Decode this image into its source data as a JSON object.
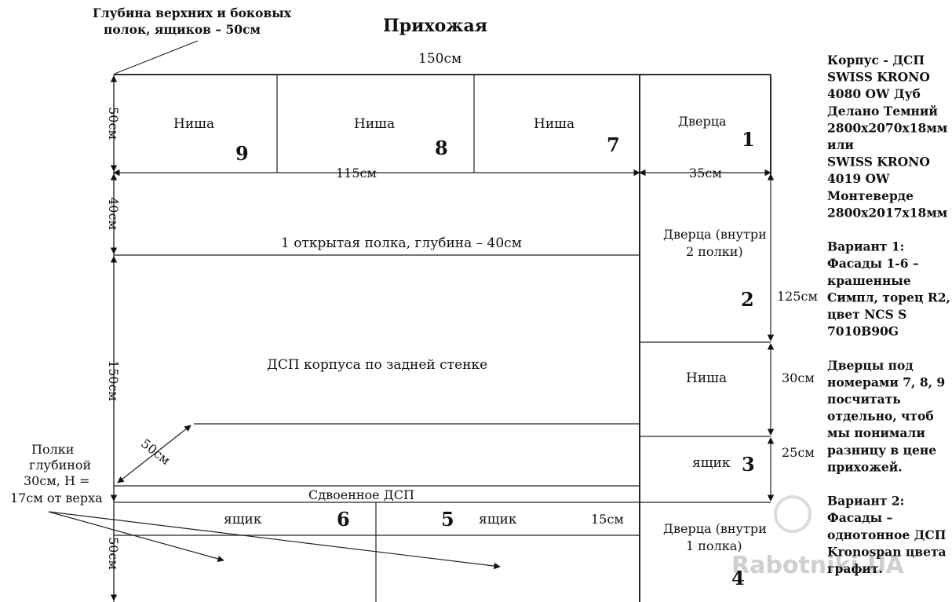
{
  "title": "Прихожая",
  "depth_note": [
    "Глубина верхних и боковых",
    "полок, ящиков – 50см"
  ],
  "dims": {
    "width_total": "150см",
    "height_top": "50см",
    "width_left": "115см",
    "width_right": "35см",
    "height_open": "40см",
    "height_mid": "150см",
    "height_bottom": "50см",
    "height_2": "125см",
    "height_niche": "30см",
    "height_drawer3": "25см",
    "diag_50": "50см",
    "shelf_15": "15см"
  },
  "cells": {
    "niche9": "Ниша",
    "niche8": "Ниша",
    "niche7": "Ниша",
    "door1": "Дверца",
    "door2_l1": "Дверца (внутри",
    "door2_l2": "2 полки)",
    "niche_right": "Ниша",
    "drawer3": "ящик",
    "door4_l1": "Дверца (внутри",
    "door4_l2": "1 полка)",
    "drawer6": "ящик",
    "drawer5": "ящик",
    "open_shelf": "1 открытая полка, глубина – 40см",
    "back_panel": "ДСП корпуса по задней стенке",
    "double_dsp": "Сдвоенное ДСП"
  },
  "numbers": {
    "n1": "1",
    "n2": "2",
    "n3": "3",
    "n4": "4",
    "n5": "5",
    "n6": "6",
    "n7": "7",
    "n8": "8",
    "n9": "9"
  },
  "shelves_note": [
    "Полки",
    "глубиной",
    "30см, Н =",
    "17см от верха"
  ],
  "side_notes": [
    "Корпус - ДСП",
    "SWISS KRONO",
    "4080 OW Дуб",
    "Делано Темний",
    "2800х2070х18мм",
    "или",
    "SWISS KRONO",
    "4019 OW",
    "Монтеверде",
    "2800х2017х18мм",
    "",
    "Вариант 1:",
    "Фасады 1-6 –",
    "крашенные",
    "Симпл, торец R2,",
    "цвет NCS S",
    "7010B90G",
    "",
    "Дверцы под",
    "номерами 7, 8, 9",
    "посчитать",
    "отдельно, чтоб",
    "мы понимали",
    "разницу в цене",
    "прихожей.",
    "",
    "Вариант 2:",
    "Фасады –",
    "однотонное ДСП",
    "Kronospan цвета",
    "графит."
  ],
  "watermark": "Rabotniki.UA"
}
